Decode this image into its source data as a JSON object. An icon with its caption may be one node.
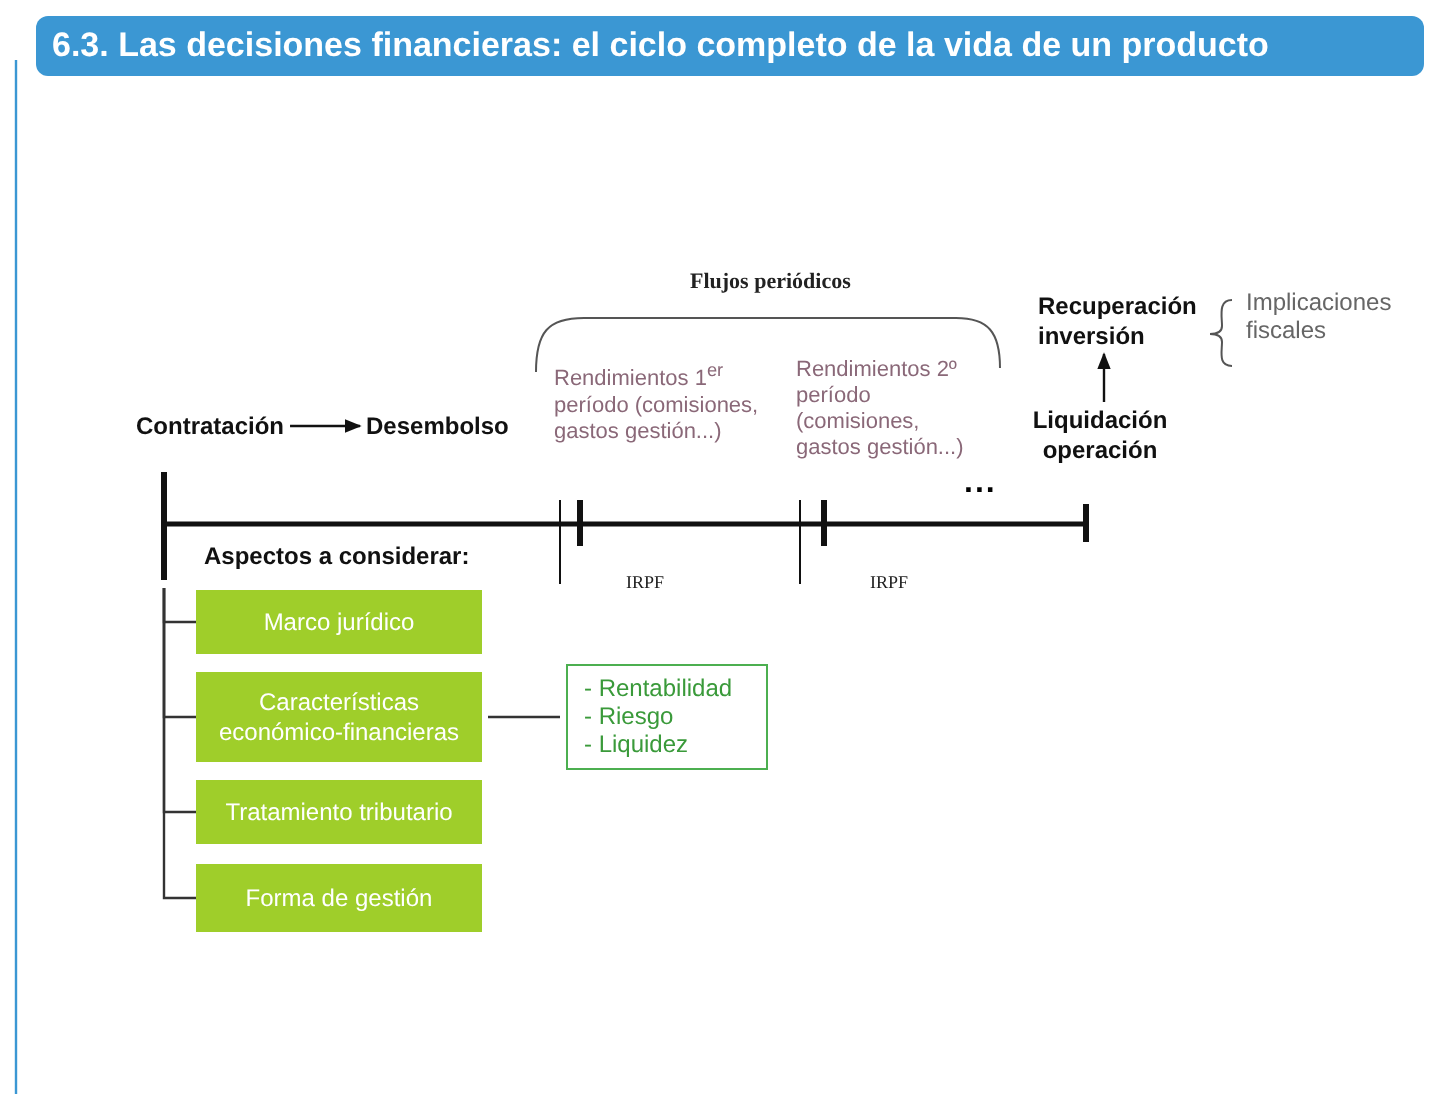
{
  "diagram": {
    "title": "6.3. Las decisiones financieras: el ciclo completo de la vida de un producto",
    "nodes": [
      {
        "text": [
          "Contratación"
        ]
      },
      {
        "text": [
          "Desembolso"
        ]
      },
      {
        "text": [
          "Recuperación inversión"
        ],
        "beside": [
          "Implicaciones fiscales"
        ]
      },
      {
        "text": [
          "Liquidación operación"
        ]
      },
      {
        "text": [
          "Marco jurídico"
        ]
      },
      {
        "text": [
          "Características económico-financieras"
        ]
      },
      {
        "text": [
          "Tratamiento tributario"
        ]
      },
      {
        "text": [
          "Forma de gestión"
        ]
      },
      {
        "text": [
          "- Rentabilidad",
          "- Riesgo",
          "- Liquidez"
        ]
      }
    ],
    "edges": [
      {
        "from": 0,
        "to": 1,
        "arrow": "to"
      },
      {
        "from": 3,
        "to": 2,
        "arrow": "to"
      },
      {
        "from": null,
        "to": 4,
        "arrow": "none"
      },
      {
        "from": null,
        "to": 5,
        "arrow": "none"
      },
      {
        "from": null,
        "to": 6,
        "arrow": "none"
      },
      {
        "from": null,
        "to": 7,
        "arrow": "none"
      },
      {
        "from": 5,
        "to": 8,
        "arrow": "none"
      }
    ],
    "labels": [
      "Flujos periódicos",
      "Rendimientos 1$^{er}$ período (comisiones, gastos gestión...)",
      "Rendimientos 2º período (comisiones, gastos gestión...)",
      "...",
      "IRPF",
      "IRPF",
      "Aspectos a considerar:"
    ]
  }
}
